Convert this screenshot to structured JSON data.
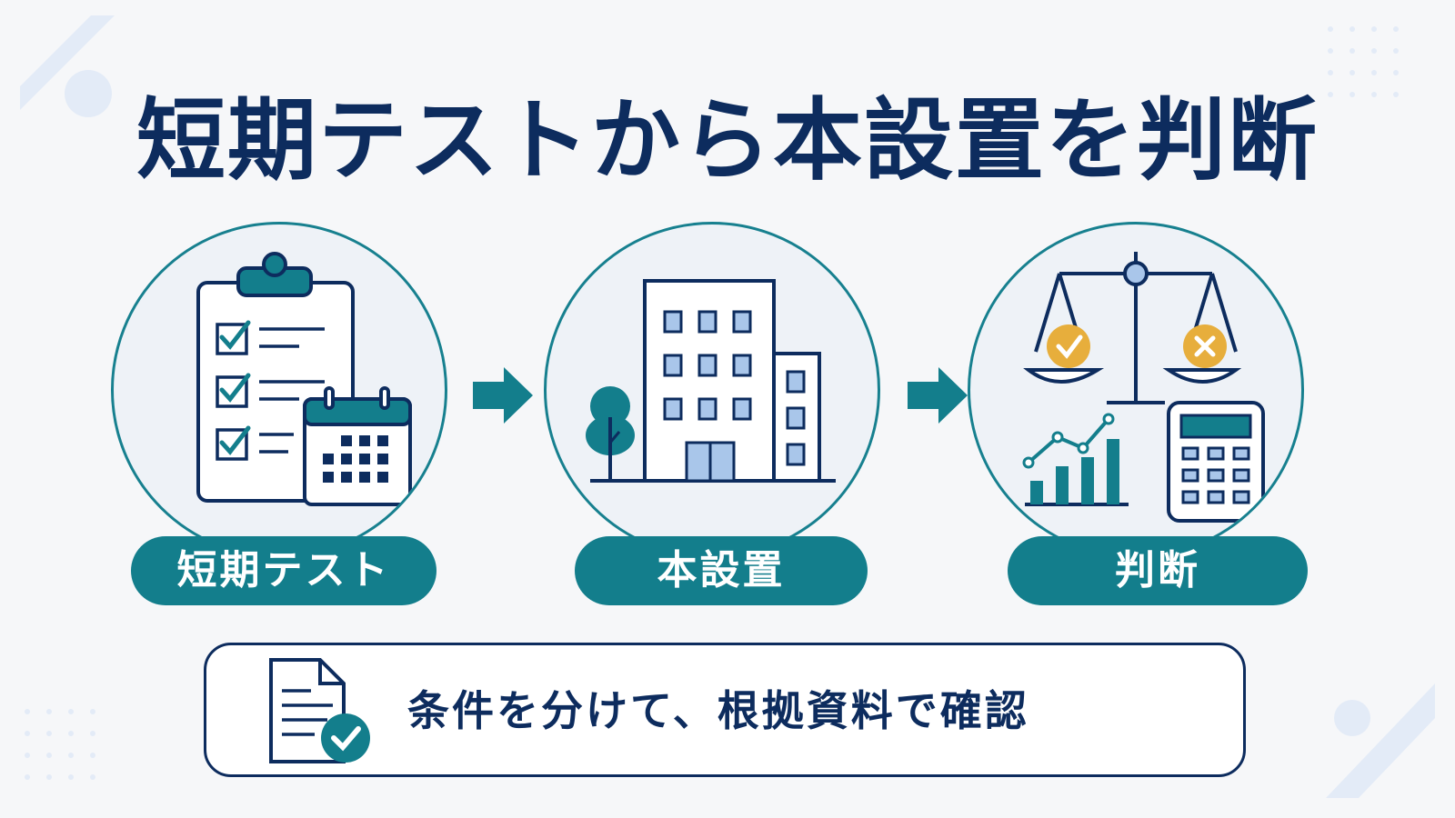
{
  "title": "短期テストから本設置を判断",
  "steps": [
    {
      "label": "短期テスト",
      "icon": "clipboard-checklist-calendar-icon"
    },
    {
      "label": "本設置",
      "icon": "office-building-icon"
    },
    {
      "label": "判断",
      "icon": "scales-chart-calculator-icon"
    }
  ],
  "note": {
    "text": "条件を分けて、根拠資料で確認",
    "icon": "document-check-icon"
  },
  "colors": {
    "navy": "#0d2c5e",
    "teal": "#137e8c",
    "gold": "#e7ae3c",
    "light_blue": "#a9c6ea"
  }
}
